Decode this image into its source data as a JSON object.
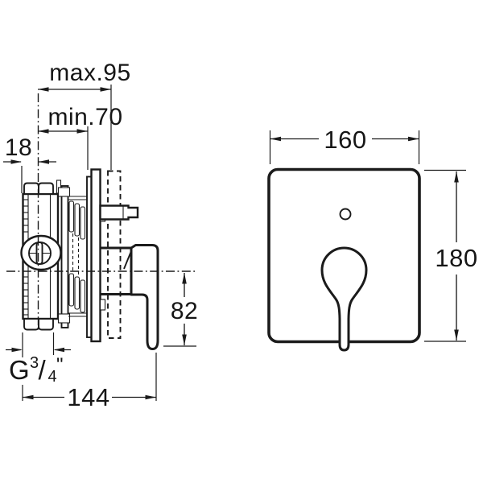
{
  "colors": {
    "ink": "#1b1b1b",
    "paper": "#ffffff"
  },
  "side_view": {
    "dim_max_depth": "max.95",
    "dim_min_depth": "min.70",
    "dim_body_offset": "18",
    "dim_lever_drop": "82",
    "dim_total_depth": "144",
    "thread_label": {
      "prefix": "G",
      "numerator": "3",
      "slash": "/",
      "denominator": "4",
      "inch_mark": "\""
    }
  },
  "front_view": {
    "dim_plate_width": "160",
    "dim_plate_height": "180"
  }
}
